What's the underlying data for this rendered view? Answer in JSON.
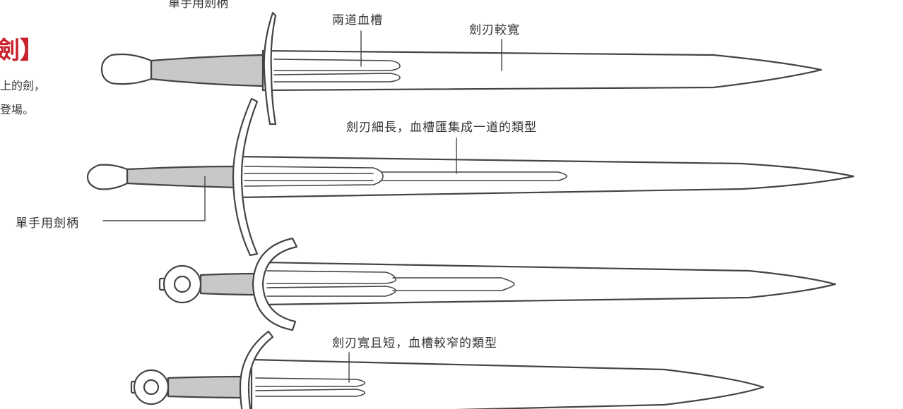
{
  "heading": {
    "title": "劍】",
    "desc_line1": "上的劍，",
    "desc_line2": "登場。"
  },
  "top_cut_label": "單手用劍柄",
  "annotations": {
    "two_fullers": "兩道血槽",
    "wider_blade": "劍刃較寬",
    "slender_blade": "劍刃細長，血槽匯集成一道的類型",
    "one_hand_grip": "單手用劍柄",
    "wide_short_blade": "劍刃寬且短，血槽較窄的類型"
  },
  "colors": {
    "title": "#c8202c",
    "outline": "#444444",
    "grip_fill": "#c8c8c8",
    "label_text": "#333333"
  }
}
